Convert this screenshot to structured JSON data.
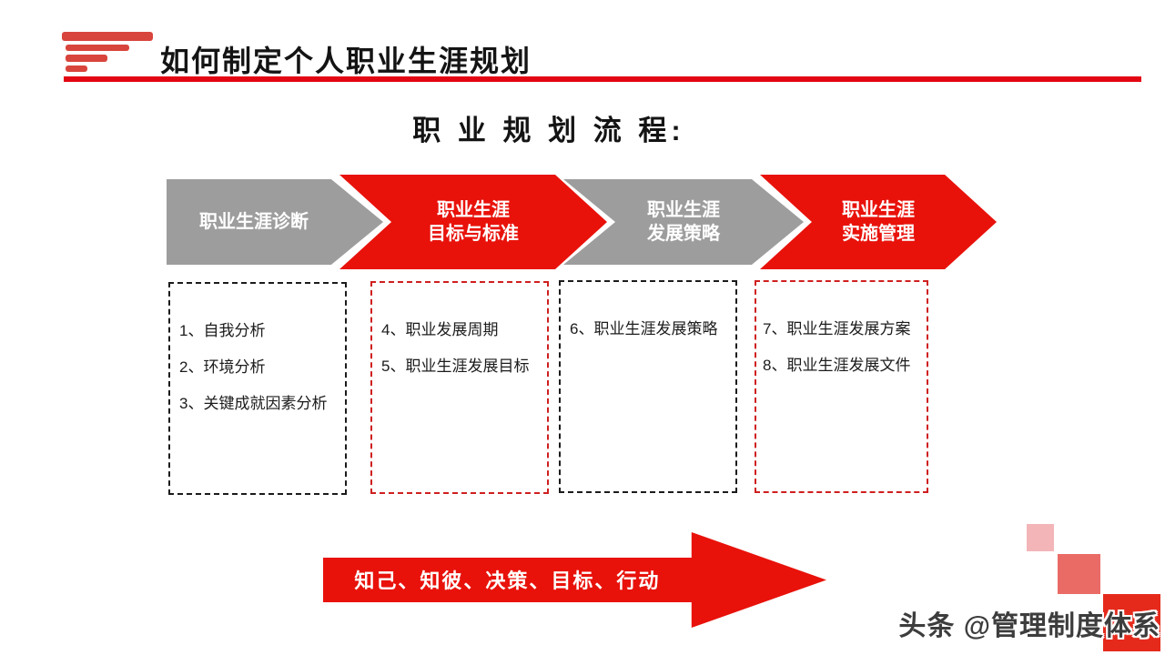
{
  "slide": {
    "title": "如何制定个人职业生涯规划",
    "heading": "职 业 规 划 流 程:",
    "watermark": "头条 @管理制度体系"
  },
  "process": {
    "steps": [
      {
        "line1": "职业生涯诊断",
        "line2": "",
        "color": "gray"
      },
      {
        "line1": "职业生涯",
        "line2": "目标与标准",
        "color": "red"
      },
      {
        "line1": "职业生涯",
        "line2": "发展策略",
        "color": "gray"
      },
      {
        "line1": "职业生涯",
        "line2": "实施管理",
        "color": "red"
      }
    ],
    "detail_boxes": [
      {
        "border": "black",
        "items": [
          "1、自我分析",
          "2、环境分析",
          "3、关键成就因素分析"
        ]
      },
      {
        "border": "red",
        "items": [
          "4、职业发展周期",
          "5、职业生涯发展目标"
        ]
      },
      {
        "border": "black",
        "items": [
          "6、职业生涯发展策略"
        ]
      },
      {
        "border": "red",
        "items": [
          "7、职业生涯发展方案",
          "8、职业生涯发展文件"
        ]
      }
    ]
  },
  "summary_arrow": {
    "text": "知己、知彼、决策、目标、行动"
  },
  "colors": {
    "accent_red": "#e8120b",
    "underline_red": "#e30613",
    "chevron_gray": "#9d9d9d",
    "dashed_black": "#1b1b1b",
    "dashed_red": "#cf1f1f",
    "logo_red": "#d8453c",
    "square_light": "#f3b5b8",
    "square_mid": "#ea6b66",
    "square_dark": "#e52a1c",
    "watermark_text": "#3d3d3d"
  }
}
